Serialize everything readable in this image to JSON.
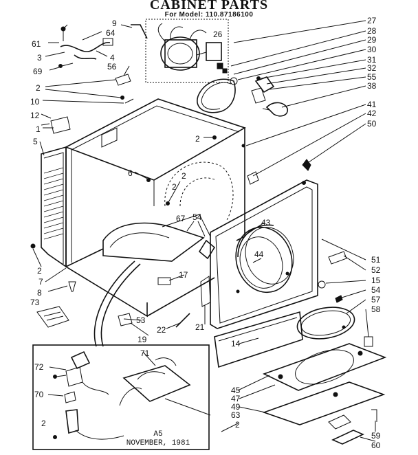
{
  "header": {
    "title": "CABINET PARTS",
    "subtitle": "For Model: 110.87186100"
  },
  "footer": {
    "line1": "A5",
    "line2": "NOVEMBER, 1981"
  },
  "callouts": {
    "left": [
      "9",
      "64",
      "61",
      "3",
      "4",
      "69",
      "56",
      "2",
      "10",
      "12",
      "1",
      "5",
      "6",
      "2",
      "2",
      "7",
      "8",
      "73"
    ],
    "center": [
      "26",
      "2",
      "2",
      "67",
      "54",
      "17",
      "43",
      "44",
      "53",
      "22",
      "21",
      "19",
      "14",
      "71"
    ],
    "right": [
      "27",
      "28",
      "29",
      "30",
      "31",
      "32",
      "55",
      "38",
      "41",
      "42",
      "50",
      "51",
      "52",
      "15",
      "54",
      "57",
      "58"
    ],
    "bottom": [
      "72",
      "70",
      "2",
      "45",
      "47",
      "49",
      "63",
      "2",
      "59",
      "60"
    ]
  }
}
